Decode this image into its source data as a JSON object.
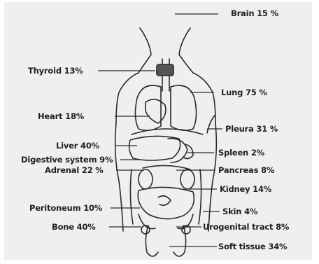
{
  "labels": {
    "brain": "Brain 15 %",
    "thyroid": "Thyroid 13%",
    "lung": "Lung 75 %",
    "heart": "Heart 18%",
    "pleura": "Pleura 31 %",
    "liver": "Liver 40%",
    "spleen": "Spleen 2%",
    "digestive": "Digestive system 9%",
    "pancreas": "Pancreas 8%",
    "adrenal": "Adrenal 22 %",
    "kidney": "Kidney 14%",
    "peritoneum": "Peritoneum 10%",
    "skin": "Skin 4%",
    "bone": "Bone 40%",
    "urogenital": "Urogenital tract 8%",
    "soft_tissue": "Soft tissue 34%"
  }
}
